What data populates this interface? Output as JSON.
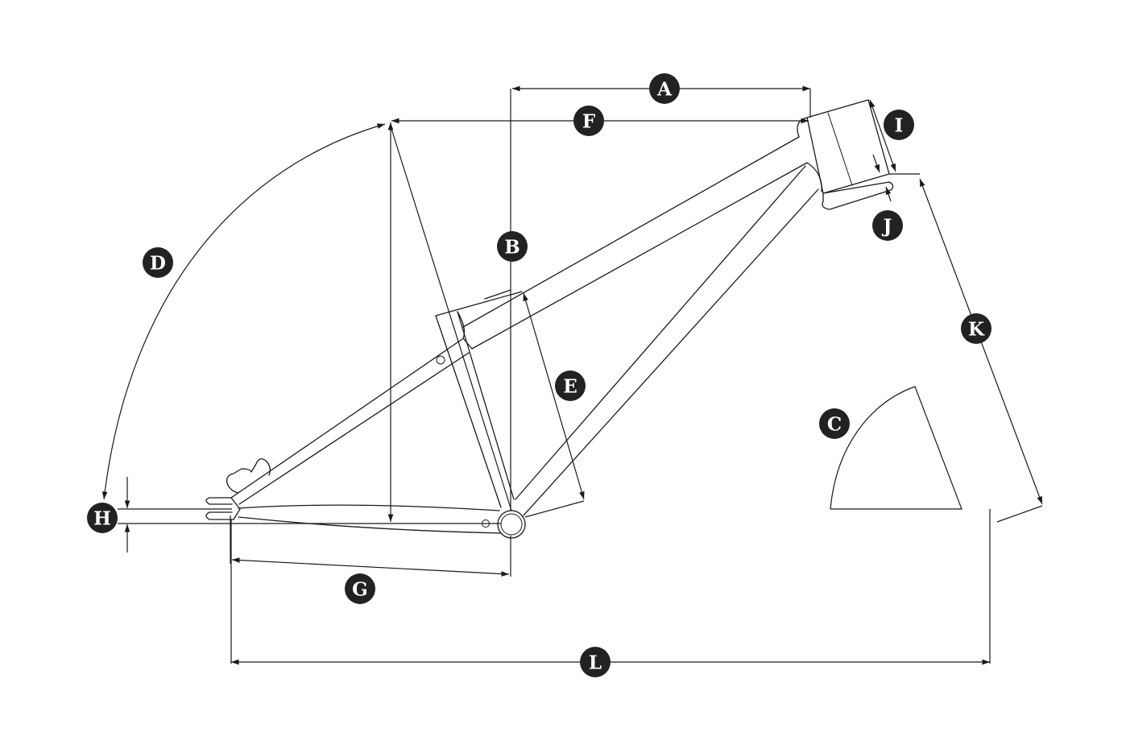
{
  "colors": {
    "line": "#1a1a1a",
    "badge": "#222222",
    "badge_text": "#ffffff",
    "background": "#ffffff"
  },
  "labels": {
    "A": "A",
    "B": "B",
    "C": "C",
    "D": "D",
    "E": "E",
    "F": "F",
    "G": "G",
    "H": "H",
    "I": "I",
    "J": "J",
    "K": "K",
    "L": "L"
  }
}
